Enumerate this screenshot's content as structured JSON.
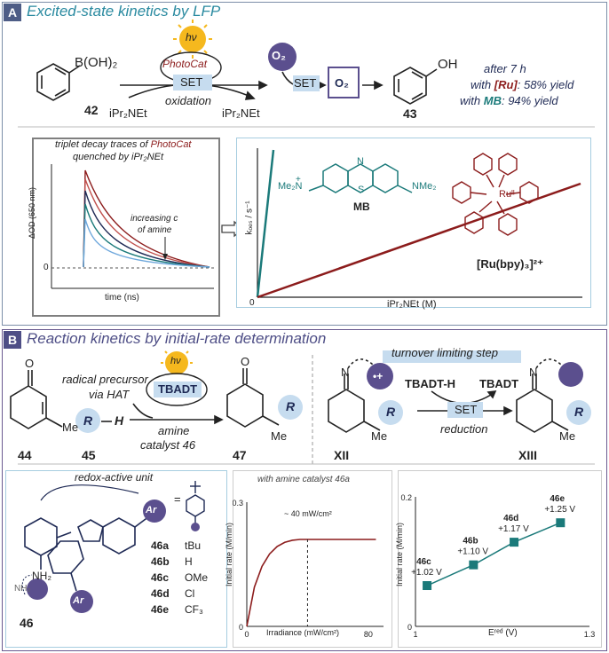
{
  "panelA": {
    "label": "A",
    "title": "Excited-state kinetics by LFP",
    "compound42": "42",
    "boronic": "B(OH)₂",
    "hv": "hν",
    "photocat": "PhotoCat",
    "set": "SET",
    "oxidation": "oxidation",
    "amine": "iPr₂NEt",
    "amine_radical": "iPr₂NEt",
    "o2": "O₂",
    "superoxide": "O₂",
    "compound43": "43",
    "oh": "OH",
    "after": "after 7 h",
    "with_ru_prefix": "with",
    "ru": "[Ru]",
    "ru_yield": ": 58% yield",
    "with_mb_prefix": "with",
    "mb": "MB",
    "mb_yield": ": 94% yield",
    "trace_title_1": "triplet decay traces of",
    "trace_title_photocat": "PhotoCat",
    "trace_title_2": "quenched by iPr₂NEt",
    "increasing": "increasing c",
    "of_amine": "of amine",
    "od_label": "ΔOD (650 nm)",
    "zero": "0",
    "time_label": "time (ns)",
    "kobs_label": "kₒₑₛ / s⁻¹",
    "kobs_zero": "0",
    "kobs_xlabel": "iPr₂NEt (M)",
    "mb_struct_label": "MB",
    "me2n_left": "Me₂N",
    "plus": "+",
    "s": "S",
    "n": "N",
    "nme2": "NMe₂",
    "ru_label": "[Ru(bpy)₃]²⁺",
    "ru_center": "Ruᴵᴵ"
  },
  "panelB": {
    "label": "B",
    "title": "Reaction kinetics by initial-rate determination",
    "radical_precursor": "radical precursor",
    "via_hat": "via HAT",
    "hv": "hν",
    "tbadt": "TBADT",
    "r": "R",
    "h": "H",
    "amine_cat": "amine",
    "catalyst46": "catalyst 46",
    "c44": "44",
    "c45": "45",
    "c47": "47",
    "me": "Me",
    "o": "O",
    "turnover": "turnover limiting step",
    "tbadt_h": "TBADT-H",
    "tbadt2": "TBADT",
    "set": "SET",
    "reduction": "reduction",
    "n": "N",
    "xii": "XII",
    "xiii": "XIII",
    "plus_rad": "•+",
    "redox_unit": "redox-active unit",
    "ar": "Ar",
    "nh2": "NH₂",
    "c46": "46",
    "eq": "=",
    "catalysts": [
      {
        "id": "46a",
        "sub": "tBu"
      },
      {
        "id": "46b",
        "sub": "H"
      },
      {
        "id": "46c",
        "sub": "OMe"
      },
      {
        "id": "46d",
        "sub": "Cl"
      },
      {
        "id": "46e",
        "sub": "CF₃"
      }
    ]
  },
  "chart_irr": {
    "type": "line",
    "title": "with amine catalyst 46a",
    "xlabel": "Irradiance (mW/cm²)",
    "ylabel": "Initial rate (M/min)",
    "annotation": "~ 40 mW/cm²",
    "xlim": [
      0,
      90
    ],
    "ylim": [
      0,
      0.3
    ],
    "xticks": [
      "0",
      "80"
    ],
    "yticks": [
      "0",
      "0.3"
    ],
    "x": [
      0,
      5,
      10,
      15,
      20,
      25,
      30,
      35,
      40,
      50,
      60,
      70,
      80,
      85
    ],
    "y": [
      0,
      0.095,
      0.145,
      0.175,
      0.193,
      0.203,
      0.208,
      0.21,
      0.21,
      0.21,
      0.21,
      0.21,
      0.21,
      0.21
    ]
  },
  "chart_ered": {
    "type": "scatter",
    "xlabel": "Eʳᵉᵈ (V)",
    "ylabel": "Initial rate (M/min)",
    "xlim": [
      1.0,
      1.3
    ],
    "ylim": [
      0,
      0.2
    ],
    "xticks": [
      "1",
      "1.3"
    ],
    "yticks": [
      "0",
      "0.2"
    ],
    "points": [
      {
        "label": "46c",
        "value": "+1.02 V",
        "x": 1.02,
        "y": 0.063
      },
      {
        "label": "46b",
        "value": "+1.10 V",
        "x": 1.1,
        "y": 0.095
      },
      {
        "label": "46d",
        "value": "+1.17 V",
        "x": 1.17,
        "y": 0.13
      },
      {
        "label": "46e",
        "value": "+1.25 V",
        "x": 1.25,
        "y": 0.16
      }
    ]
  }
}
